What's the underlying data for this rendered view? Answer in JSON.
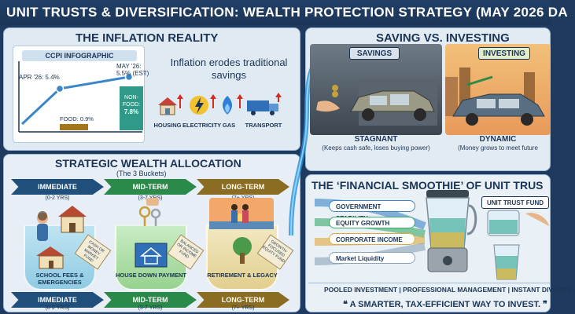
{
  "header": {
    "title": "UNIT TRUSTS & DIVERSIFICATION: WEALTH PROTECTION STRATEGY (MAY 2026 DA"
  },
  "inflation": {
    "title": "THE INFLATION REALITY",
    "card_title": "CCPI INFOGRAPHIC",
    "apr_label": "APR '26: 5.4%",
    "may_label": "MAY '26:",
    "may_value": "5.5% (EST)",
    "food_label": "FOOD: 0.9%",
    "nonfood_label": "NON-FOOD:",
    "nonfood_value": "7.8%",
    "erodes_text": "Inflation erodes traditional savings",
    "categories": [
      "HOUSING",
      "ELECTRICITY",
      "GAS",
      "TRANSPORT"
    ]
  },
  "allocation": {
    "title": "STRATEGIC WEALTH ALLOCATION",
    "subtitle": "(The 3 Buckets)",
    "buckets": [
      {
        "label": "IMMEDIATE",
        "range": "(0-2 YRS)",
        "content": "SCHOOL FEES & EMERGENCIES",
        "tag": "CASH OR MONEY MARKET FUND",
        "color": "#1f4f7a"
      },
      {
        "label": "MID-TERM",
        "range": "(3-7 YRS)",
        "content": "HOUSE DOWN PAYMENT",
        "tag": "BALANCED OR INCOME FUND",
        "color": "#2b8a4a"
      },
      {
        "label": "LONG-TERM",
        "range": "(7+ YRS)",
        "content": "RETIREMENT & LEGACY",
        "tag": "GROWTH-FOCUSED EQUITY FUND",
        "color": "#8a6d22"
      }
    ]
  },
  "saving_investing": {
    "title": "SAVING VS. INVESTING",
    "savings_head": "SAVINGS",
    "investing_head": "INVESTING",
    "stagnant_title": "STAGNANT",
    "stagnant_sub": "(Keeps cash safe, loses buying power)",
    "dynamic_title": "DYNAMIC",
    "dynamic_sub": "(Money grows to meet future"
  },
  "smoothie": {
    "title": "THE ‘FINANCIAL SMOOTHIE’ OF UNIT TRUS",
    "ingredients": [
      "GOVERNMENT STABILITY",
      "EQUITY GROWTH",
      "CORPORATE INCOME",
      "Market Liquidity"
    ],
    "fund_label": "UNIT TRUST FUND",
    "footer": "POOLED INVESTMENT  |  PROFESSIONAL MANAGEMENT  |  INSTANT DIVERSIFI",
    "quote": "❝ A SMARTER, TAX-EFFICIENT WAY TO INVEST. ❞"
  },
  "colors": {
    "navy": "#1b3556",
    "teal": "#2f9a88",
    "gold": "#a3781d",
    "green": "#2b8a4a"
  }
}
